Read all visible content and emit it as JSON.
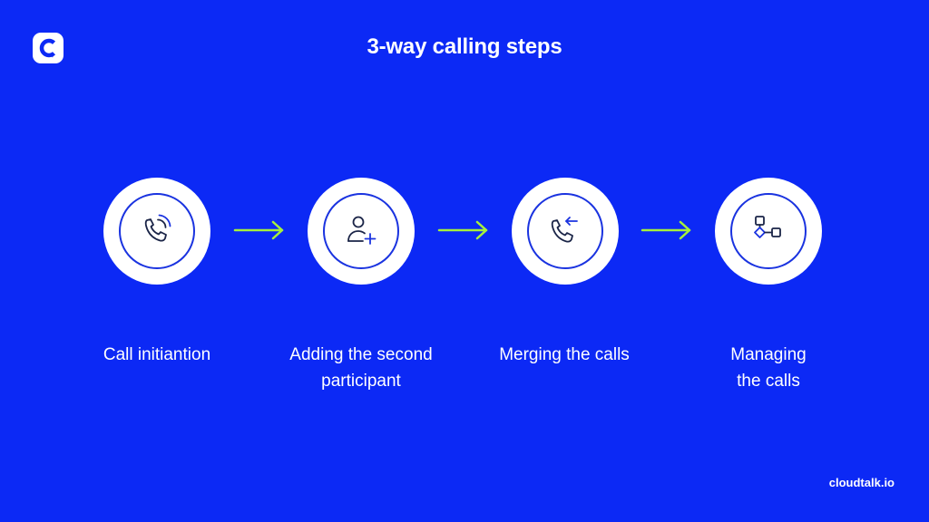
{
  "title": "3-way calling steps",
  "steps": [
    {
      "icon": "phone-ringing-icon",
      "label_lines": [
        "Call initiantion"
      ]
    },
    {
      "icon": "add-user-icon",
      "label_lines": [
        "Adding the second",
        "participant"
      ]
    },
    {
      "icon": "phone-incoming-icon",
      "label_lines": [
        "Merging the calls"
      ]
    },
    {
      "icon": "workflow-icon",
      "label_lines": [
        "Managing",
        "the calls"
      ]
    }
  ],
  "footer": "cloudtalk.io",
  "colors": {
    "background": "#0c29f5",
    "arrow": "#a6f03c",
    "icon": "#1a2447",
    "ring": "#1a33e0"
  }
}
